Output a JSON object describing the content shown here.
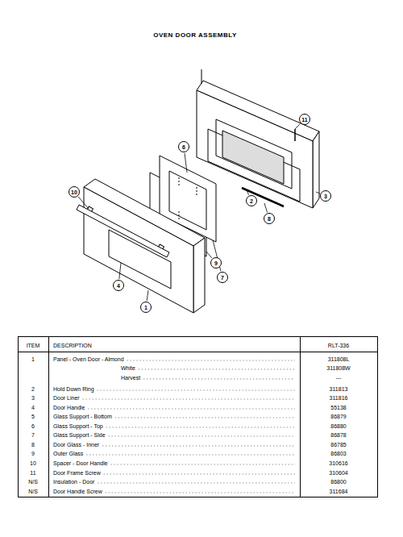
{
  "diagram": {
    "title": "OVEN DOOR ASSEMBLY",
    "nodes": [
      {
        "text": [
          "11"
        ]
      },
      {
        "text": [
          "6"
        ]
      },
      {
        "text": [
          "10"
        ]
      },
      {
        "text": [
          "3"
        ]
      },
      {
        "text": [
          "2"
        ]
      },
      {
        "text": [
          "8"
        ]
      },
      {
        "text": [
          "9"
        ]
      },
      {
        "text": [
          "7"
        ]
      },
      {
        "text": [
          "4"
        ]
      },
      {
        "text": [
          "1"
        ]
      }
    ],
    "labels": [
      "ITEM",
      "DESCRIPTION",
      "RLT-336",
      "1",
      "Panel - Oven Door - Almond",
      "311808L",
      "White",
      "311808W",
      "Harvest",
      "---",
      "2",
      "Hold Down Ring",
      "311813",
      "3",
      "Door Liner",
      "311816",
      "4",
      "Door Handle",
      "55138",
      "5",
      "Glass Support - Bottom",
      "86879",
      "6",
      "Glass Support - Top",
      "86880",
      "7",
      "Glass Support - Side",
      "86878",
      "8",
      "Door Glass - Inner",
      "86785",
      "9",
      "Outer Glass",
      "86803",
      "10",
      "Spacer - Door Handle",
      "310616",
      "11",
      "Door Frame Screw",
      "310604",
      "N/S",
      "Insulation - Door",
      "86800",
      "N/S",
      "Door Handle Screw",
      "311684"
    ]
  }
}
